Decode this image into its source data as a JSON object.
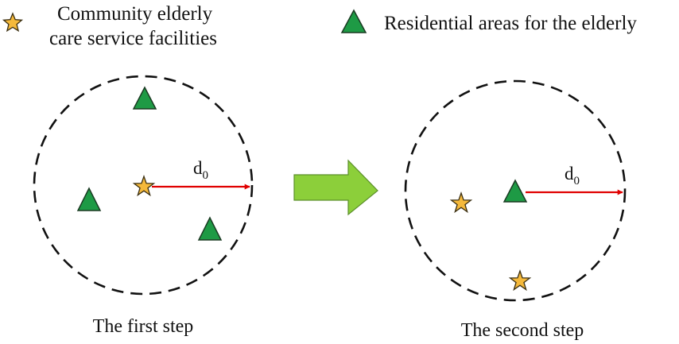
{
  "legend": {
    "facility_line1": "Community elderly",
    "facility_line2": "care service facilities",
    "residential": "Residential areas for the elderly"
  },
  "steps": {
    "first": {
      "caption": "The first step",
      "radius_label": "d",
      "radius_subscript": "0"
    },
    "second": {
      "caption": "The second step",
      "radius_label": "d",
      "radius_subscript": "0"
    }
  },
  "colors": {
    "star_fill": "#f5b93b",
    "star_stroke": "#3a2e10",
    "triangle_fill": "#1e9a45",
    "triangle_stroke": "#1a3a22",
    "radius_arrow": "#e00000",
    "transition_arrow": "#8ccf3a",
    "transition_arrow_stroke": "#5b8f2a",
    "circle_stroke": "#111111"
  }
}
